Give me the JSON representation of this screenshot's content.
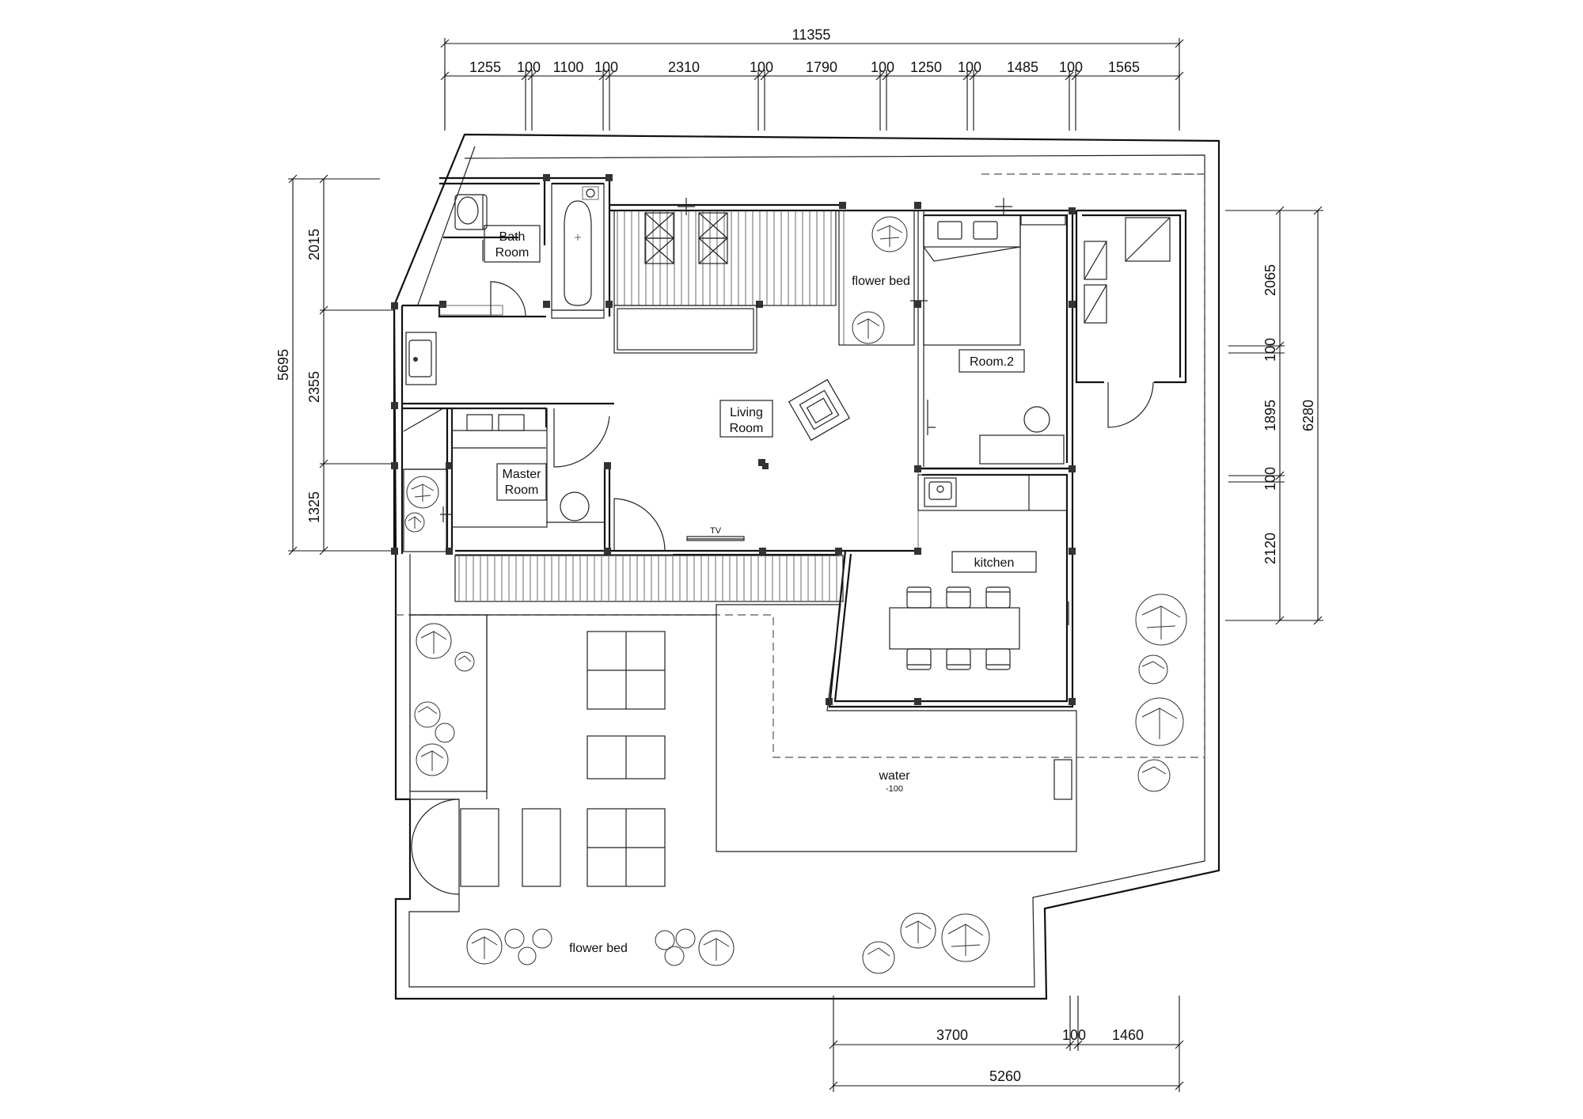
{
  "dimensions": {
    "top_total": "11355",
    "top_segments": [
      "1255",
      "100",
      "1100",
      "100",
      "2310",
      "100",
      "1790",
      "100",
      "1250",
      "100",
      "1485",
      "100",
      "1565"
    ],
    "left_total": "5695",
    "left_segments": [
      "2015",
      "2355",
      "1325"
    ],
    "right_total": "6280",
    "right_segments": [
      "2065",
      "100",
      "1895",
      "100",
      "2120"
    ],
    "bottom_segments": [
      "3700",
      "100",
      "1460"
    ],
    "bottom_total": "5260"
  },
  "rooms": {
    "bath_line1": "Bath",
    "bath_line2": "Room",
    "flower_bed_top": "flower bed",
    "room2": "Room.2",
    "living_line1": "Living",
    "living_line2": "Room",
    "master_line1": "Master",
    "master_line2": "Room",
    "tv": "TV",
    "kitchen": "kitchen",
    "water": "water",
    "water_level": "-100",
    "flower_bed_bottom": "flower bed"
  },
  "colors": {
    "line": "#111111",
    "background": "#ffffff"
  }
}
